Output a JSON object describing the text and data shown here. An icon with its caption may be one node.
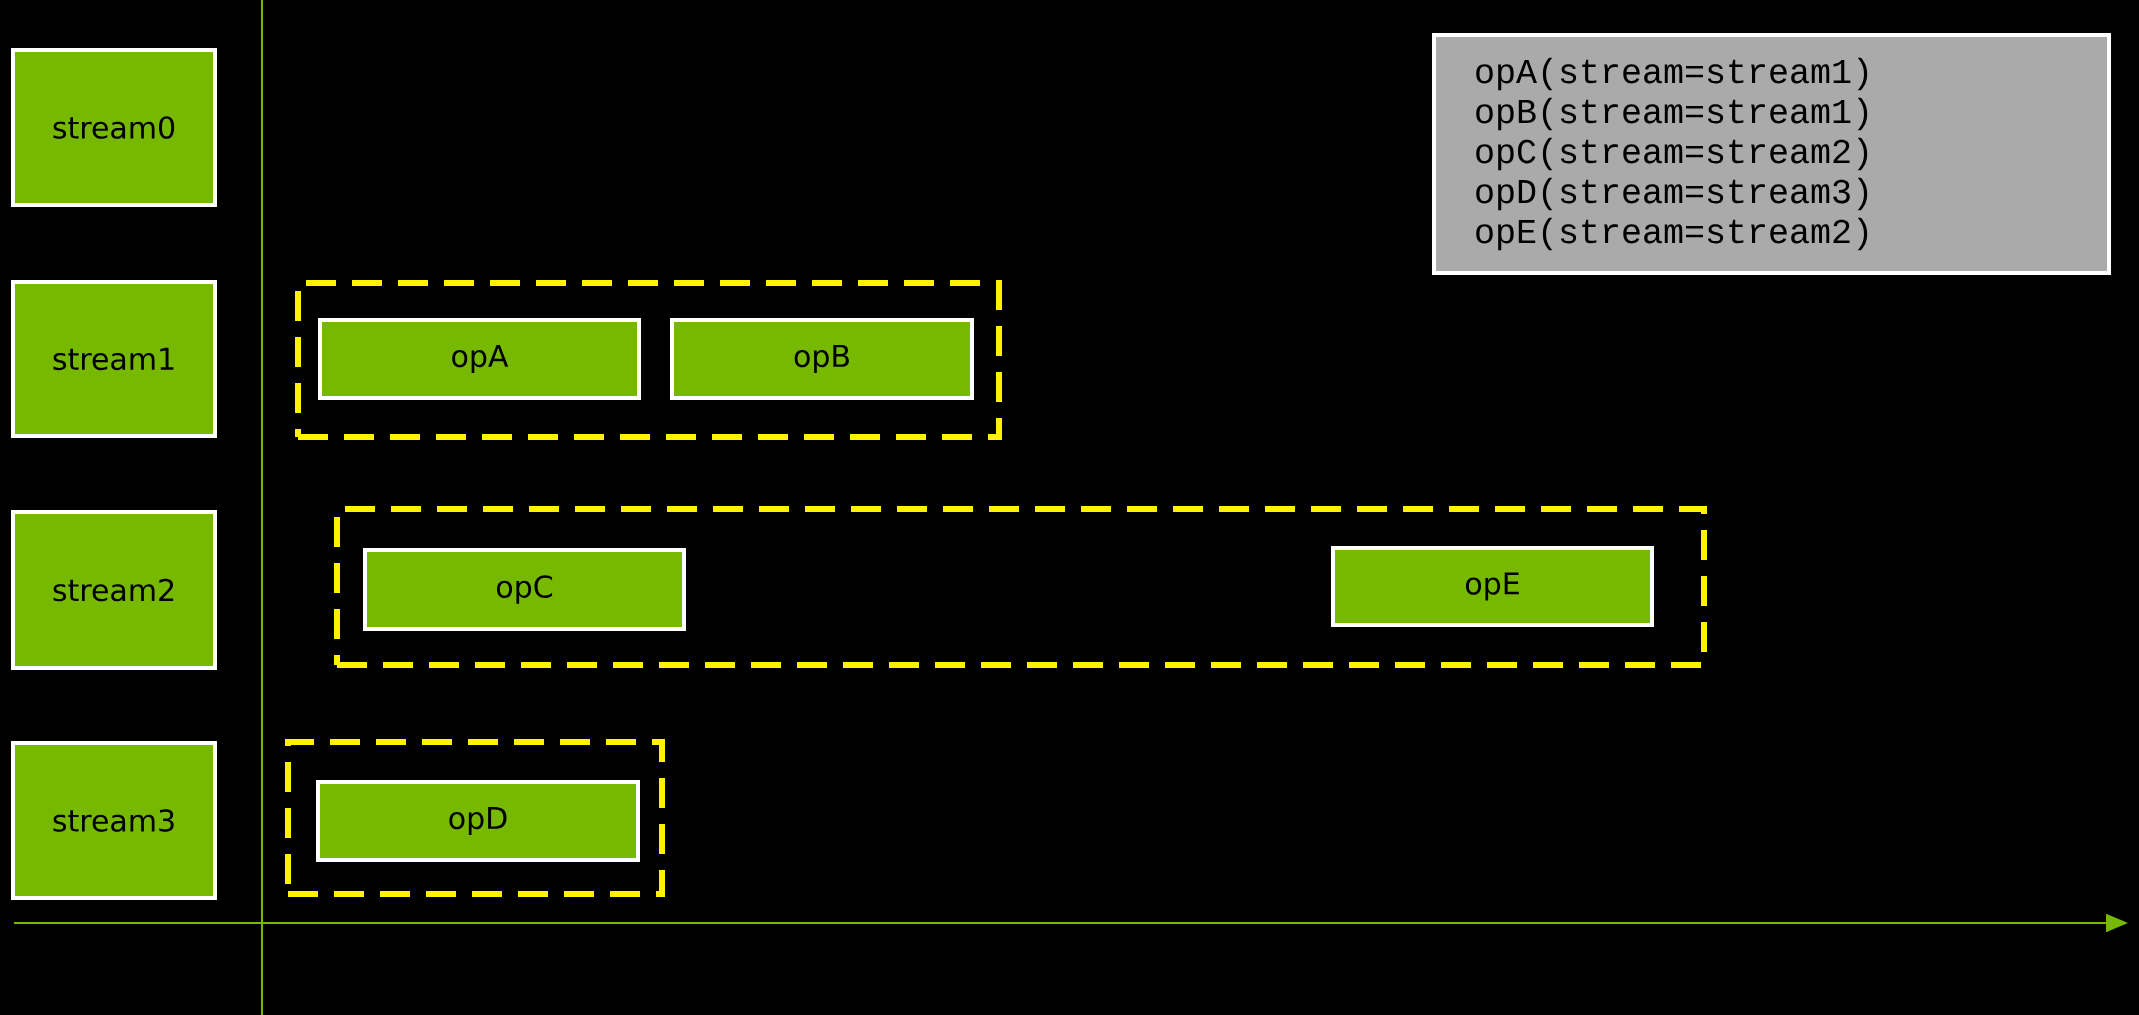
{
  "diagram": {
    "nodes": [
      {
        "text": [
          "stream0"
        ]
      },
      {
        "text": [
          "opA(stream=stream1)",
          "opB(stream=stream1)",
          "opC(stream=stream2)",
          "opD(stream=stream3)",
          "opE(stream=stream2)"
        ]
      },
      {
        "text": [
          "stream1"
        ]
      },
      {
        "text": [],
        "shape": "box"
      },
      {
        "text": [
          "opA"
        ],
        "in": 3
      },
      {
        "text": [
          "opB"
        ],
        "in": 3
      },
      {
        "text": [
          "stream2"
        ]
      },
      {
        "text": [],
        "shape": "box"
      },
      {
        "text": [
          "opC"
        ],
        "in": 7
      },
      {
        "text": [
          "opE"
        ],
        "in": 7
      },
      {
        "text": [
          "stream3"
        ]
      },
      {
        "text": [],
        "shape": "box"
      },
      {
        "text": [
          "opD"
        ],
        "in": 11
      }
    ]
  }
}
